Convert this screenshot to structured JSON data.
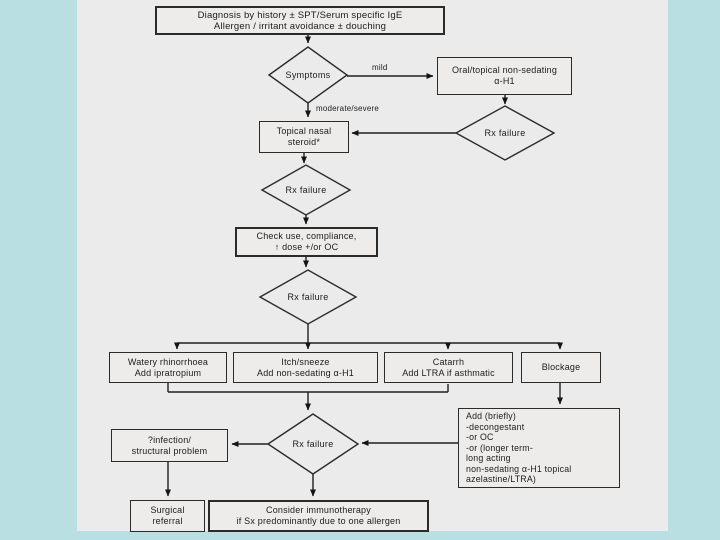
{
  "slide": {
    "background_color": "#b9dfe2",
    "canvas_color": "#ebebeb",
    "line_color": "#1f1f1f"
  },
  "flowchart": {
    "title": "Rhinitis management algorithm",
    "nodes": {
      "diagnosis": {
        "shape": "box",
        "label": "Diagnosis by history ± SPT/Serum specific IgE\nAllergen / irritant avoidance ± douching"
      },
      "symptoms": {
        "shape": "diamond",
        "label": "Symptoms"
      },
      "oral_topical": {
        "shape": "box",
        "label": "Oral/topical non-sedating\nα-H1"
      },
      "rx_failure_1": {
        "shape": "diamond",
        "label": "Rx failure"
      },
      "topical_nasal": {
        "shape": "box",
        "label": "Topical nasal\nsteroid*"
      },
      "rx_failure_2": {
        "shape": "diamond",
        "label": "Rx failure"
      },
      "check_use": {
        "shape": "box",
        "label": "Check use, compliance,\n↑ dose +/or OC"
      },
      "rx_failure_3": {
        "shape": "diamond",
        "label": "Rx failure"
      },
      "watery": {
        "shape": "box",
        "label": "Watery rhinorrhoea\nAdd ipratropium"
      },
      "itch_sneeze": {
        "shape": "box",
        "label": "Itch/sneeze\nAdd non-sedating α-H1"
      },
      "catarrh": {
        "shape": "box",
        "label": "Catarrh\nAdd LTRA if asthmatic"
      },
      "blockage": {
        "shape": "box",
        "label": "Blockage"
      },
      "add_briefly": {
        "shape": "box",
        "label": "Add (briefly)\n-decongestant\n-or OC\n-or (longer term-\nlong acting\nnon-sedating α-H1 topical\nazelastine/LTRA)"
      },
      "rx_failure_4": {
        "shape": "diamond",
        "label": "Rx failure"
      },
      "infection": {
        "shape": "box",
        "label": "?infection/\nstructural problem"
      },
      "surgical": {
        "shape": "box",
        "label": "Surgical\nreferral"
      },
      "immunotherapy": {
        "shape": "box",
        "label": "Consider immunotherapy\nif Sx predominantly due to one allergen"
      }
    },
    "edge_labels": {
      "mild": "mild",
      "moderate_severe": "moderate/severe"
    }
  }
}
